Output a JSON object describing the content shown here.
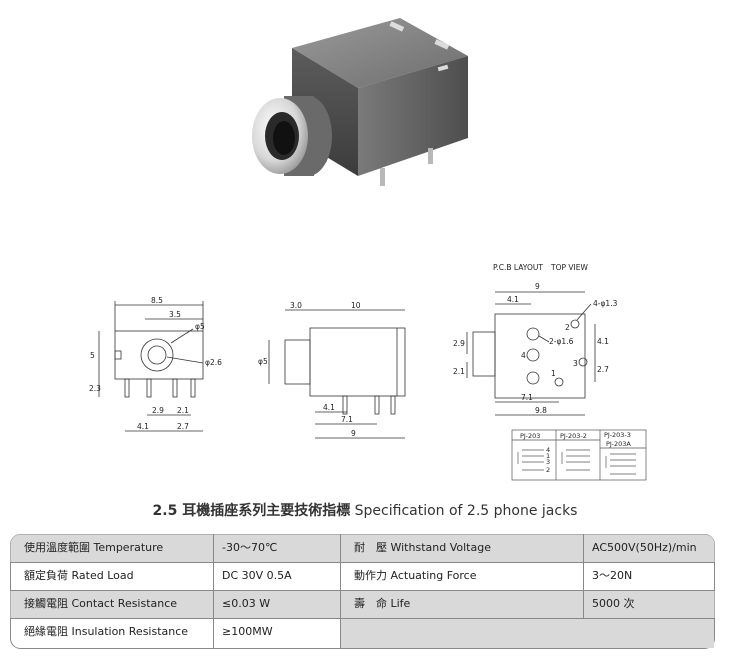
{
  "drawings": {
    "front": {
      "dims": [
        "8.5",
        "3.5",
        "φ5",
        "5",
        "φ2.6",
        "2.3",
        "2.9",
        "2.1",
        "4.1",
        "2.7"
      ]
    },
    "side": {
      "dims": [
        "3.0",
        "10",
        "φ5",
        "4.1",
        "7.1",
        "9"
      ]
    },
    "pcb": {
      "header": [
        "P.C.B LAYOUT",
        "TOP VIEW"
      ],
      "dims": [
        "9",
        "4.1",
        "4-φ1.3",
        "2-φ1.6",
        "2.9",
        "2.1",
        "4.1",
        "2.7",
        "7.1",
        "9.8"
      ],
      "pins": [
        "2",
        "4",
        "1",
        "3"
      ]
    },
    "schematic": {
      "headers": [
        "PJ-203",
        "PJ-203-2",
        "PJ-203-3",
        "PJ-203A"
      ],
      "pins": [
        "4",
        "1",
        "3",
        "2"
      ]
    }
  },
  "title": {
    "cn": "2.5 耳機插座系列主要技術指標",
    "en": "Specification of 2.5 phone jacks"
  },
  "spec": {
    "rows": [
      {
        "label": "使用溫度範圍 Temperature",
        "value": "-30～70℃",
        "label2": "耐　壓 Withstand Voltage",
        "value2": "AC500V(50Hz)/min"
      },
      {
        "label": "額定負荷 Rated Load",
        "value": "DC 30V 0.5A",
        "label2": "動作力 Actuating Force",
        "value2": "3～20N"
      },
      {
        "label": "接觸電阻 Contact Resistance",
        "value": "≤0.03 W",
        "label2": "壽　命 Life",
        "value2": "5000 次"
      },
      {
        "label": "絕緣電阻 Insulation Resistance",
        "value": "≥100MW",
        "label2": "",
        "value2": ""
      }
    ]
  },
  "colors": {
    "row_shaded": "#d9d9d9",
    "row_plain": "#ffffff",
    "border": "#888888",
    "drawing": "#333333"
  }
}
